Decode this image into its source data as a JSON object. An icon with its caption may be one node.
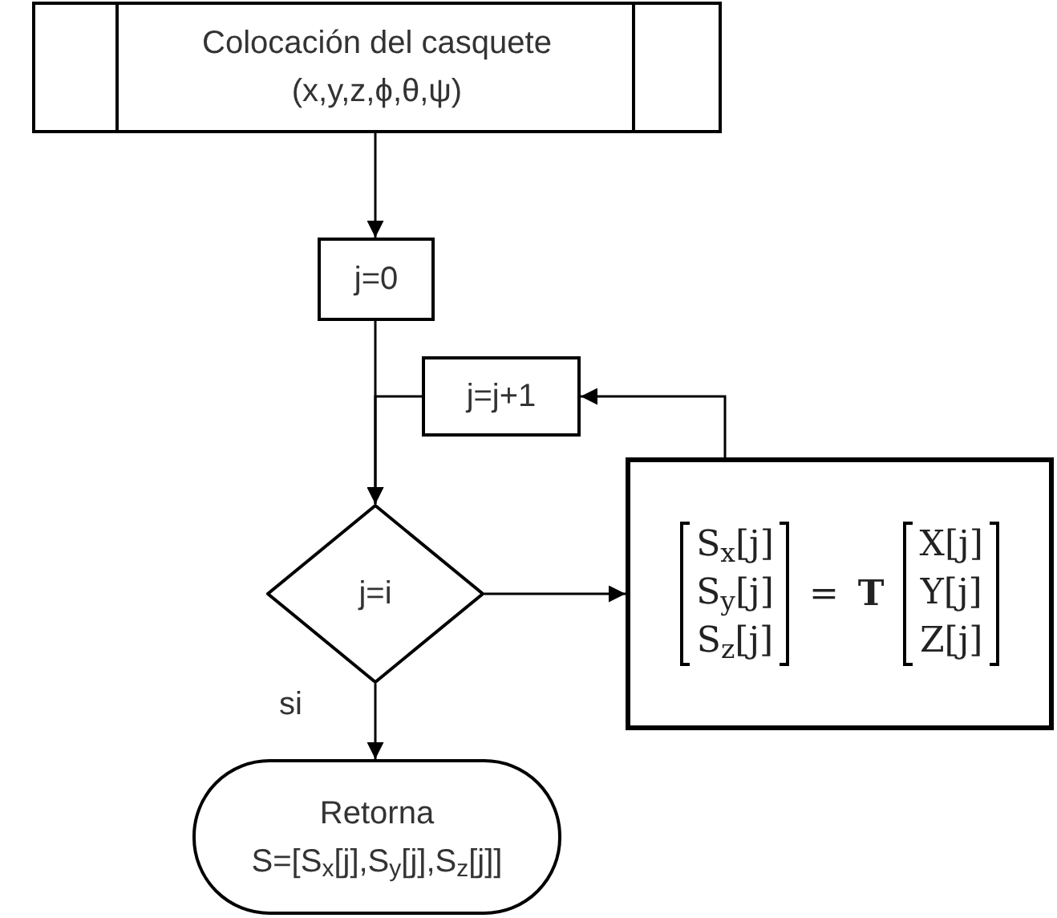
{
  "diagram": {
    "nodes": [
      {
        "text": [
          "Colocación del casquete (x,y,z,ϕ,θ,ψ)"
        ]
      },
      {
        "text": [
          "j=0"
        ]
      },
      {
        "text": [
          "j=j+1"
        ]
      },
      {
        "text": [
          "j=i"
        ]
      },
      {
        "text": [
          "S$_{x}$[j]",
          "S$_{y}$[j]",
          "S$_{z}$[j]",
          "=",
          "T",
          "X[j]",
          "Y[j]",
          "Z[j]"
        ]
      },
      {
        "text": [
          "Retorna",
          "S=[S$_{x}$[j],S$_{y}$[j],S$_{z}$[j]]"
        ]
      }
    ],
    "edges": [
      {
        "from": 0,
        "to": 1,
        "arrow": "to"
      },
      {
        "from": 1,
        "to": 3,
        "arrow": "to"
      },
      {
        "from": 2,
        "to": 3,
        "arrow": "to"
      },
      {
        "from": 3,
        "to": 4,
        "arrow": "to"
      },
      {
        "from": 4,
        "to": 2,
        "arrow": "to"
      },
      {
        "from": 3,
        "to": 5,
        "arrow": "to",
        "label": "si"
      }
    ]
  }
}
